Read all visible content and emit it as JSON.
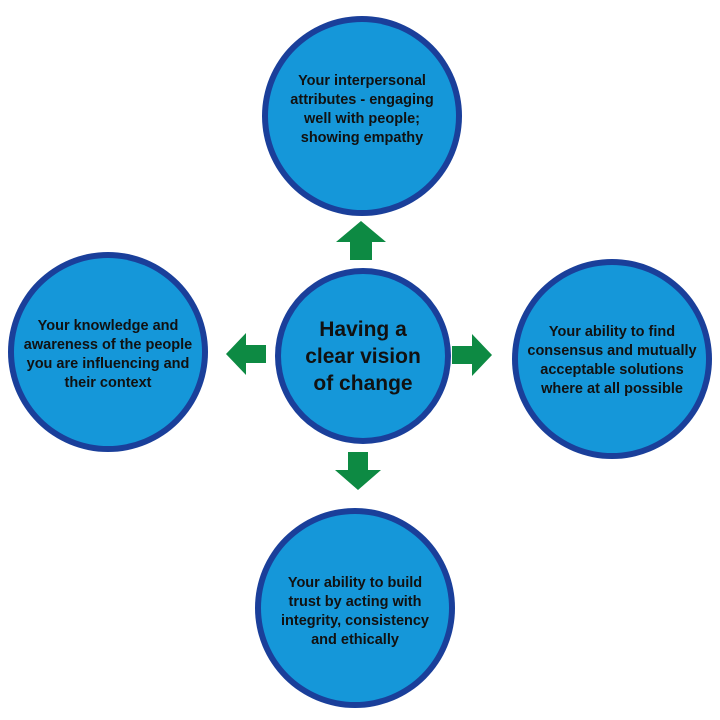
{
  "colors": {
    "circle_fill": "#1597d9",
    "circle_rim": "#1a3f9a",
    "arrow": "#0d8a43",
    "text": "#111111"
  },
  "diagram": {
    "center": {
      "text": "Having a clear vision of change"
    },
    "top": {
      "text": "Your interpersonal attributes - engaging well with people; showing empathy",
      "arrow_icon": "arrow-up-icon"
    },
    "right": {
      "text": "Your ability to find consensus and mutually acceptable solutions where at all possible",
      "arrow_icon": "arrow-right-icon"
    },
    "bottom": {
      "text": "Your ability to build trust by acting with integrity, consistency and ethically",
      "arrow_icon": "arrow-down-icon"
    },
    "left": {
      "text": "Your knowledge and awareness of the people you are influencing and their context",
      "arrow_icon": "arrow-left-icon"
    }
  }
}
